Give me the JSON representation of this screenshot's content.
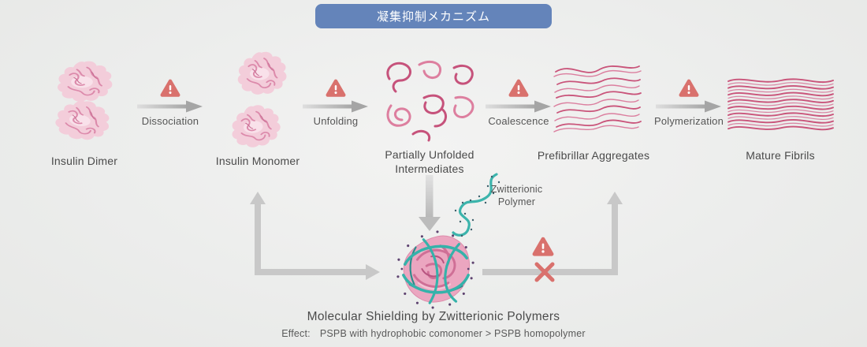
{
  "header": {
    "title": "凝集抑制メカニズム"
  },
  "stages": [
    {
      "label": "Insulin Dimer"
    },
    {
      "label": "Insulin Monomer"
    },
    {
      "label": "Partially Unfolded Intermediates"
    },
    {
      "label": "Prefibrillar Aggregates"
    },
    {
      "label": "Mature Fibrils"
    }
  ],
  "transitions": [
    {
      "label": "Dissociation",
      "warning": true
    },
    {
      "label": "Unfolding",
      "warning": true
    },
    {
      "label": "Coalescence",
      "warning": true
    },
    {
      "label": "Polymerization",
      "warning": true
    }
  ],
  "inhibition": {
    "polymer_label": "Zwitterionic Polymer",
    "shielding_title": "Molecular Shielding by Zwitterionic Polymers",
    "effect_label": "Effect:",
    "effect_value": "PSPB with hydrophobic comonomer > PSPB homopolymer",
    "blocked_path": true
  },
  "colors": {
    "badge_blue": "#6484ba",
    "warning_red": "#d9716d",
    "protein_pink": "#f3cdda",
    "strand_pink": "#c9547a",
    "polymer_teal": "#3cb4ac",
    "connector_gray": "#c8c8c8"
  }
}
